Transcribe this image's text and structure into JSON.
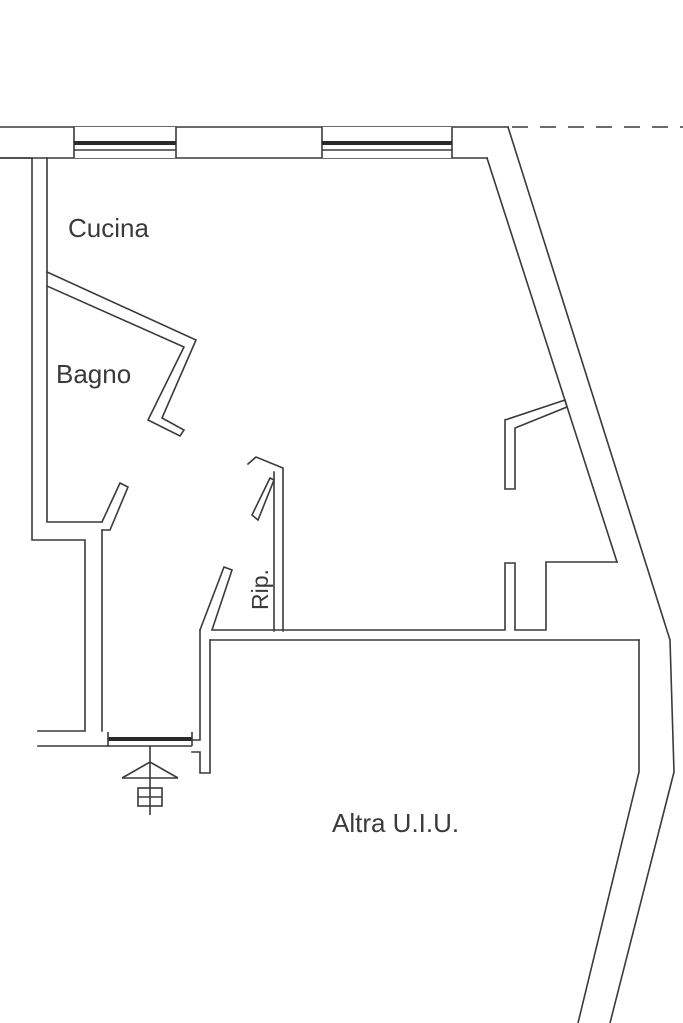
{
  "rooms": {
    "cucina": "Cucina",
    "bagno": "Bagno",
    "ripostiglio": "Rip.",
    "altra_uiu": "Altra U.I.U."
  },
  "colors": {
    "line": "#3a3a3a",
    "background": "#ffffff"
  },
  "icons": {
    "entrance": "entrance-arrow-icon"
  }
}
